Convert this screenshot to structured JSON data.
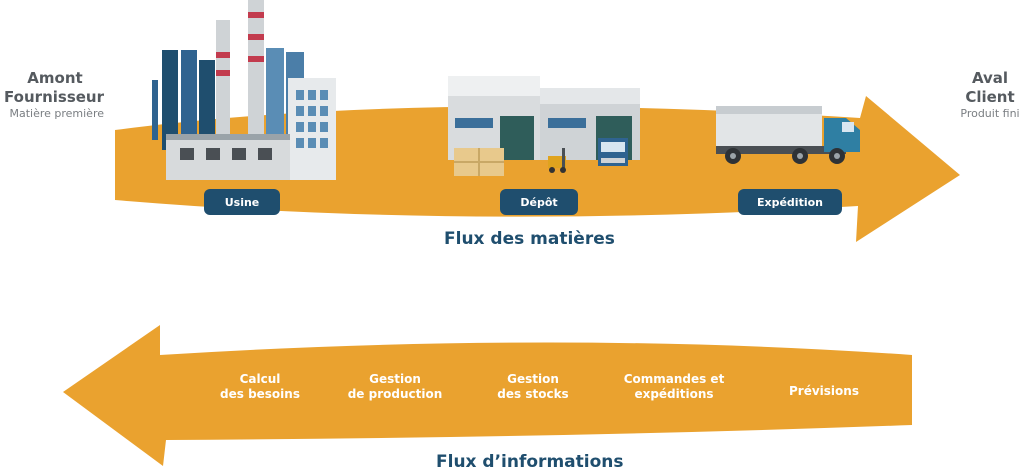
{
  "upstream": {
    "title_line1": "Amont",
    "title_line2": "Fournisseur",
    "subtitle": "Matière première"
  },
  "downstream": {
    "title_line1": "Aval",
    "title_line2": "Client",
    "subtitle": "Produit fini"
  },
  "material_flow": {
    "title": "Flux des matières",
    "stages": [
      "Usine",
      "Dépôt",
      "Expédition"
    ]
  },
  "information_flow": {
    "title": "Flux d’informations",
    "items": [
      "Calcul\ndes besoins",
      "Gestion\nde production",
      "Gestion\ndes stocks",
      "Commandes et\nexpéditions",
      "Prévisions"
    ]
  },
  "colors": {
    "arrow": "#eaa22f",
    "accent": "#1f4e6e",
    "factory": "#3b6f9a",
    "red": "#c23b4e"
  }
}
